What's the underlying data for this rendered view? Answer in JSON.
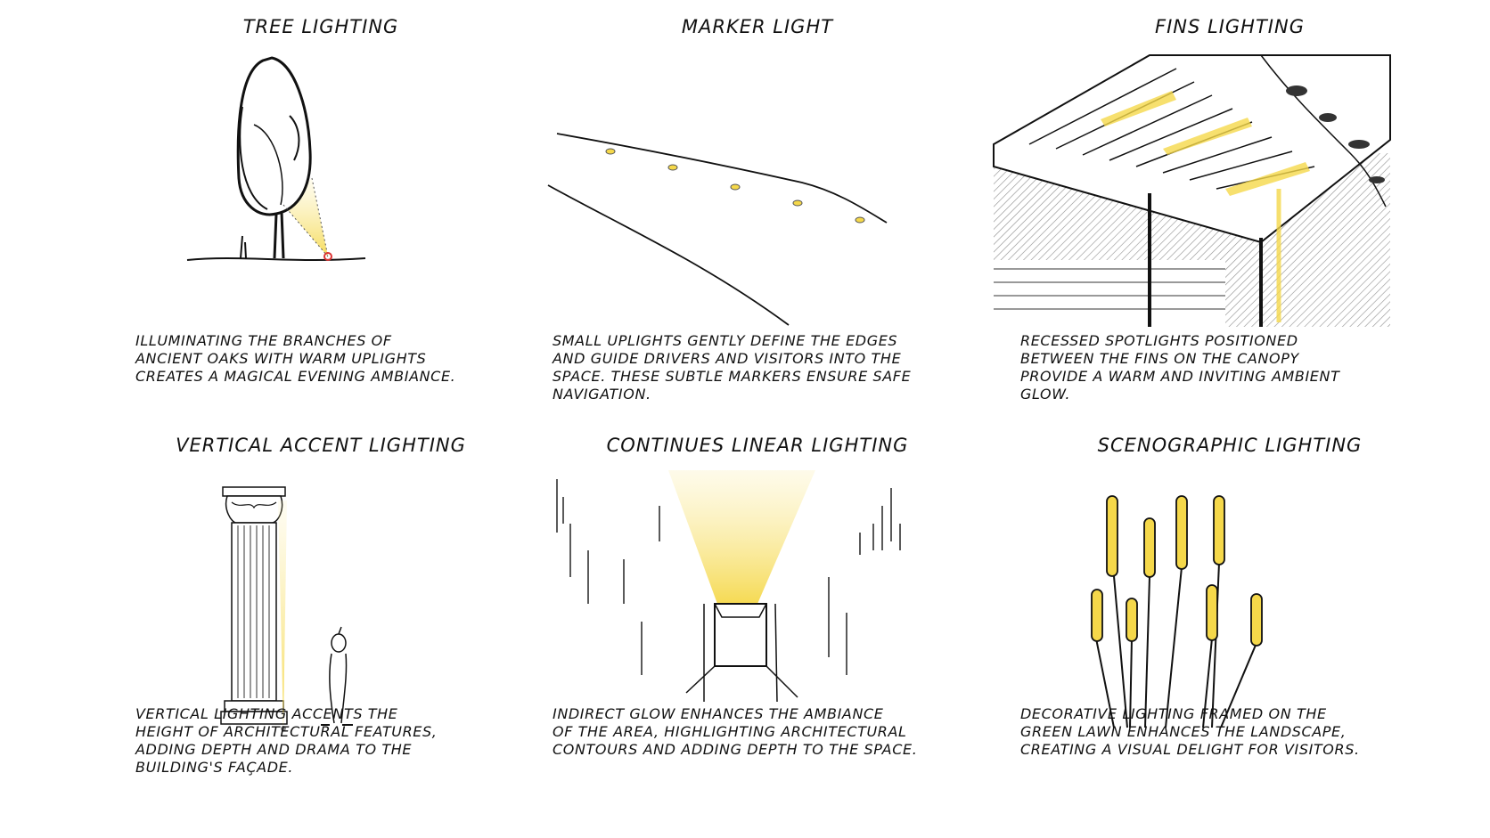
{
  "panels": [
    {
      "title": "TREE LIGHTING",
      "description": "ILLUMINATING THE BRANCHES OF\nANCIENT OAKS WITH WARM UPLIGHTS\nCREATES A MAGICAL EVENING AMBIANCE."
    },
    {
      "title": "MARKER LIGHT",
      "description": "SMALL UPLIGHTS GENTLY DEFINE THE EDGES\nAND GUIDE DRIVERS AND VISITORS INTO THE\nSPACE. THESE SUBTLE MARKERS ENSURE SAFE\nNAVIGATION."
    },
    {
      "title": "FINS LIGHTING",
      "description": "RECESSED SPOTLIGHTS POSITIONED\nBETWEEN THE FINS ON THE CANOPY\nPROVIDE A WARM AND INVITING AMBIENT\nGLOW."
    },
    {
      "title": "VERTICAL ACCENT LIGHTING",
      "description": "VERTICAL LIGHTING ACCENTS THE\nHEIGHT OF ARCHITECTURAL FEATURES,\nADDING DEPTH AND DRAMA TO THE\nBUILDING'S FAÇADE."
    },
    {
      "title": "CONTINUES LINEAR LIGHTING",
      "description": "INDIRECT GLOW ENHANCES THE AMBIANCE\nOF THE AREA, HIGHLIGHTING ARCHITECTURAL\nCONTOURS AND ADDING DEPTH TO THE SPACE."
    },
    {
      "title": "SCENOGRAPHIC LIGHTING",
      "description": "DECORATIVE LIGHTING FRAMED ON THE\nGREEN LAWN ENHANCES THE LANDSCAPE,\nCREATING A VISUAL DELIGHT FOR VISITORS."
    }
  ],
  "colors": {
    "glow": "#f5d84a",
    "glow_soft": "#fbeeaa",
    "ink": "#111111"
  }
}
